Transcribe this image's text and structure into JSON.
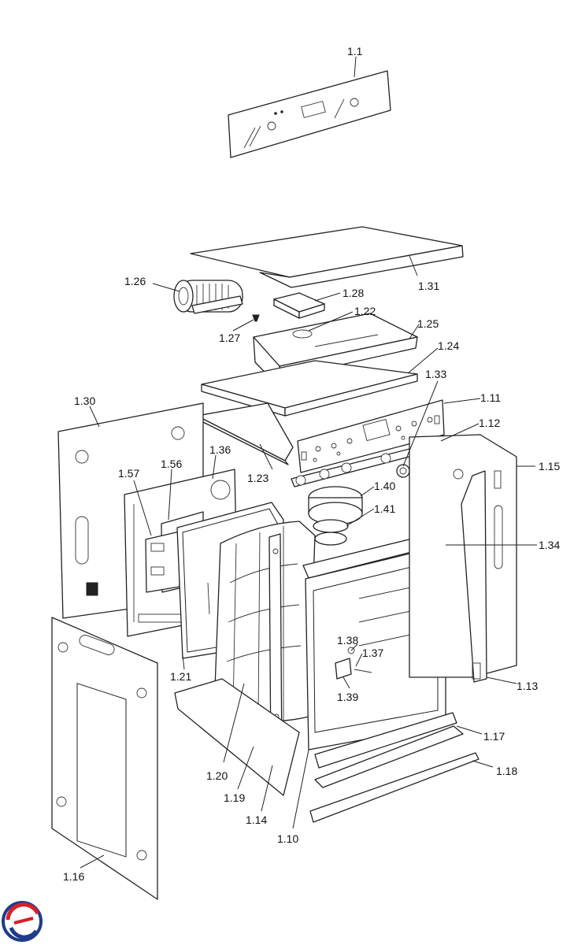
{
  "diagram": {
    "callouts": [
      "1.1",
      "1.31",
      "1.26",
      "1.28",
      "1.22",
      "1.27",
      "1.25",
      "1.24",
      "1.33",
      "1.30",
      "1.11",
      "1.12",
      "1.36",
      "1.56",
      "1.57",
      "1.23",
      "1.15",
      "1.40",
      "1.41",
      "1.34",
      "1.21",
      "1.38",
      "1.37",
      "1.39",
      "1.13",
      "1.17",
      "1.18",
      "1.20",
      "1.19",
      "1.14",
      "1.10",
      "1.16"
    ]
  },
  "logo": {
    "name": "brand-logo",
    "colors": [
      "#1f3b8c",
      "#d62027"
    ]
  }
}
